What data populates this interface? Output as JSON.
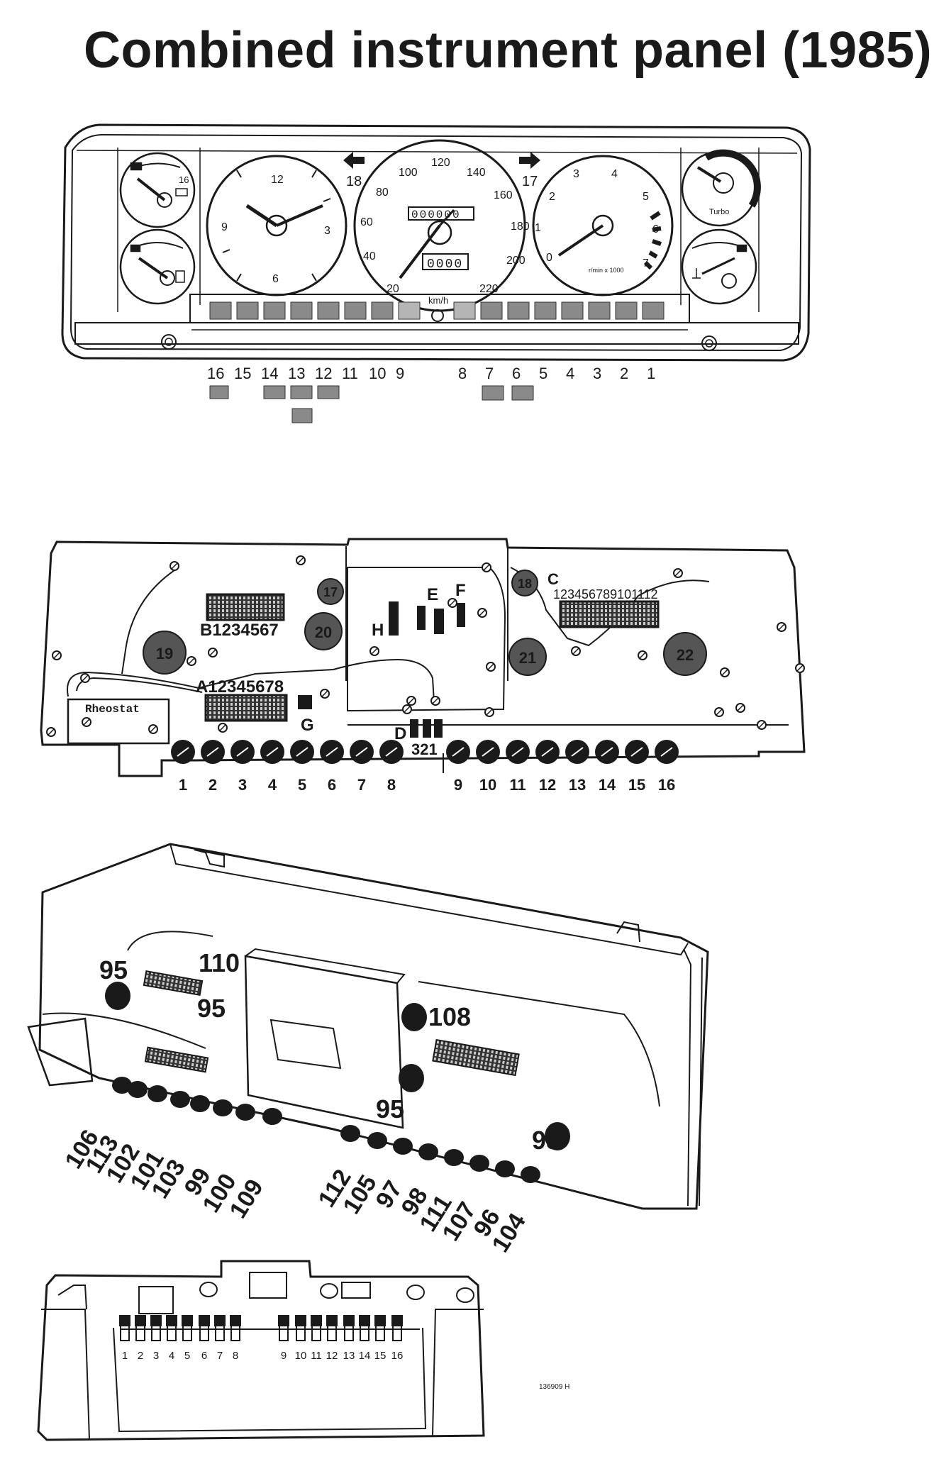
{
  "title": "Combined instrument panel (1985)",
  "panel1": {
    "clock_numbers": [
      "12",
      "3",
      "6",
      "9"
    ],
    "speedo_numbers": [
      "20",
      "40",
      "60",
      "80",
      "100",
      "120",
      "140",
      "160",
      "180",
      "200",
      "220"
    ],
    "odometer": "000000",
    "trip": "0000",
    "speedo_unit": "km/h",
    "tacho_numbers": [
      "0",
      "1",
      "2",
      "3",
      "4",
      "5",
      "6",
      "7"
    ],
    "tacho_unit": "r/min x 1000",
    "turbo_label": "Turbo",
    "arrow_left": "18",
    "arrow_right": "17",
    "fuel_gauge_mark": "16",
    "callouts": [
      "16",
      "15",
      "14",
      "13",
      "12",
      "11",
      "10",
      "9",
      "8",
      "7",
      "6",
      "5",
      "4",
      "3",
      "2",
      "1"
    ]
  },
  "panel2": {
    "connectors": {
      "b": "B1234567",
      "a": "A12345678",
      "c": "C",
      "c_pins": "123456789101112",
      "plug": "321"
    },
    "labels": [
      "E",
      "F",
      "H",
      "G",
      "D"
    ],
    "circles": [
      "17",
      "18",
      "19",
      "20",
      "21",
      "22"
    ],
    "rheostat": "Rheostat",
    "bulbs": [
      "1",
      "2",
      "3",
      "4",
      "5",
      "6",
      "7",
      "8",
      "9",
      "10",
      "11",
      "12",
      "13",
      "14",
      "15",
      "16"
    ]
  },
  "panel3": {
    "top": [
      "95",
      "110",
      "95",
      "108",
      "95",
      "95"
    ],
    "left_fan": [
      "106",
      "113",
      "102",
      "101",
      "103",
      "99",
      "100",
      "109"
    ],
    "right_fan": [
      "112",
      "105",
      "97",
      "98",
      "111",
      "107",
      "96",
      "104"
    ]
  },
  "panel4": {
    "left": [
      "1",
      "2",
      "3",
      "4",
      "5",
      "6",
      "7",
      "8"
    ],
    "right": [
      "9",
      "10",
      "11",
      "12",
      "13",
      "14",
      "15",
      "16"
    ]
  },
  "ref": "136909 H"
}
